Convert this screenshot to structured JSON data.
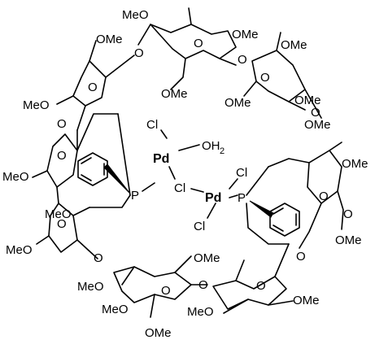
{
  "molecule": {
    "atom_labels": {
      "ome": "OMe",
      "meo": "MeO",
      "o": "O",
      "p": "P",
      "pd": "Pd",
      "cl": "Cl",
      "oh2_main": "OH",
      "oh2_sub": "2"
    }
  }
}
